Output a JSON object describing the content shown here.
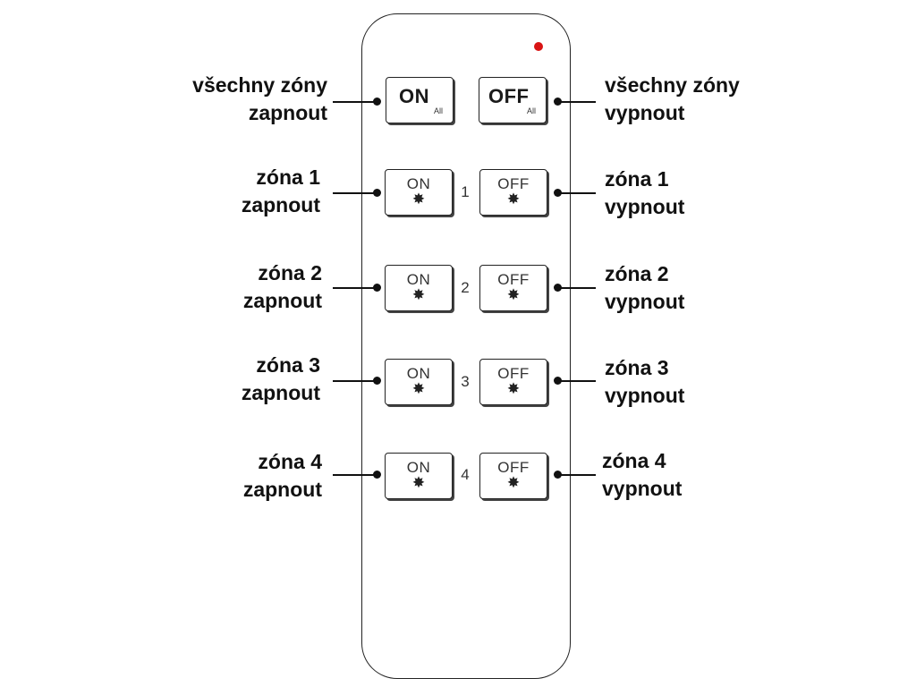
{
  "all": {
    "on_button": {
      "label": "ON",
      "sub": "All"
    },
    "off_button": {
      "label": "OFF",
      "sub": "All"
    },
    "left_label": [
      "všechny zóny",
      "zapnout"
    ],
    "right_label": [
      "všechny zóny",
      "vypnout"
    ]
  },
  "zones": [
    {
      "number": "1",
      "on_label": "ON",
      "off_label": "OFF",
      "star": "✸",
      "left_label": [
        "zóna 1",
        "zapnout"
      ],
      "right_label": [
        "zóna 1",
        "vypnout"
      ]
    },
    {
      "number": "2",
      "on_label": "ON",
      "off_label": "OFF",
      "star": "✸",
      "left_label": [
        "zóna 2",
        "zapnout"
      ],
      "right_label": [
        "zóna 2",
        "vypnout"
      ]
    },
    {
      "number": "3",
      "on_label": "ON",
      "off_label": "OFF",
      "star": "✸",
      "left_label": [
        "zóna 3",
        "zapnout"
      ],
      "right_label": [
        "zóna 3",
        "vypnout"
      ]
    },
    {
      "number": "4",
      "on_label": "ON",
      "off_label": "OFF",
      "star": "✸",
      "left_label": [
        "zóna 4",
        "zapnout"
      ],
      "right_label": [
        "zóna 4",
        "vypnout"
      ]
    }
  ],
  "colors": {
    "led": "#d91414",
    "outline": "#222222"
  }
}
